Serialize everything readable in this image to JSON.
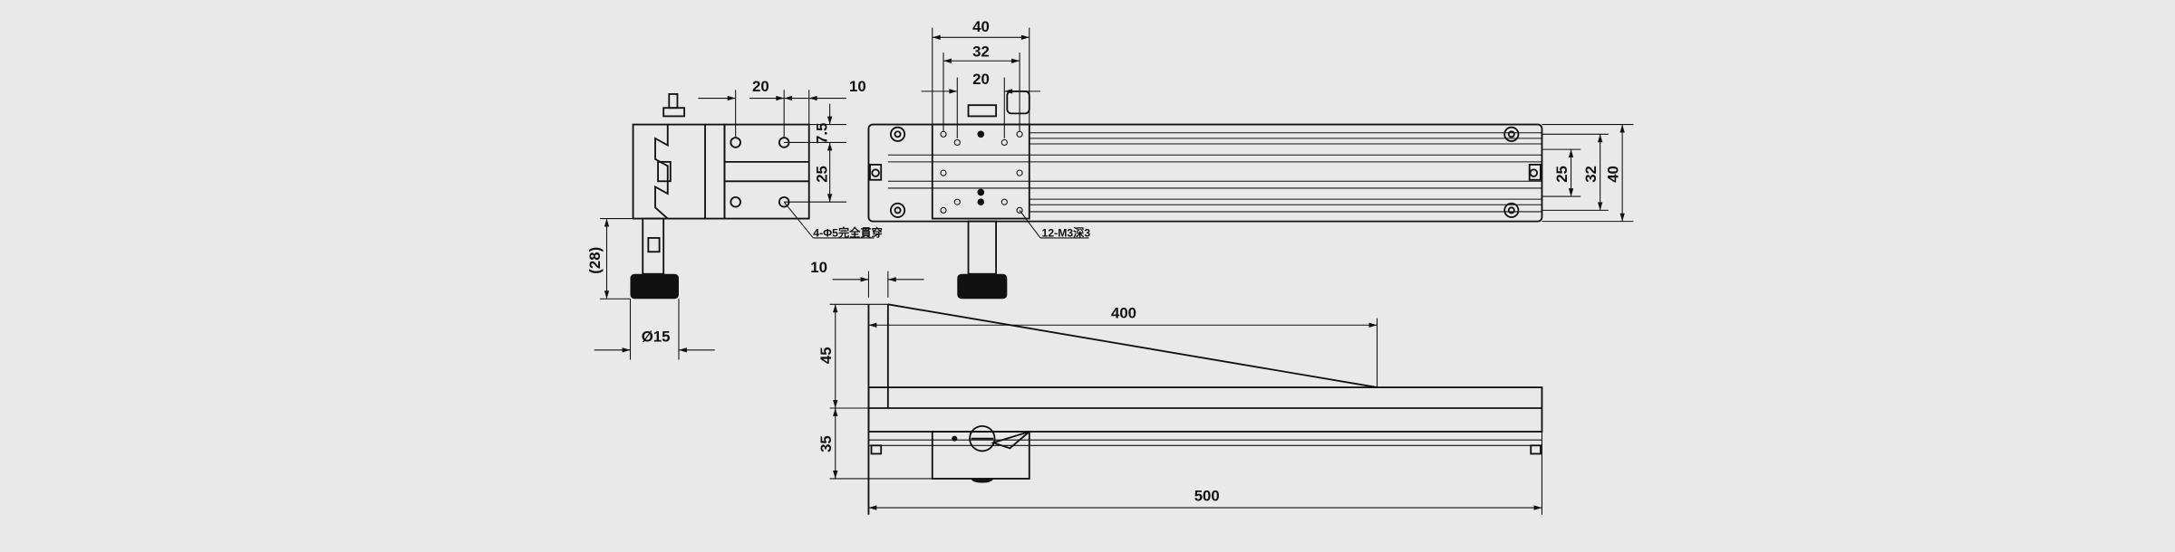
{
  "title": "Linear stage dimension drawing",
  "dimensions": {
    "side_hole_pitch": "20",
    "side_edge": "10",
    "side_vertical_offset": "7.5",
    "side_vertical_pitch": "25",
    "knob_height": "(28)",
    "knob_diameter": "Ø15",
    "top_width": "40",
    "top_hole_span": "32",
    "top_hole_pitch": "20",
    "rail_inner": "25",
    "rail_mid": "32",
    "rail_outer": "40",
    "front_offset": "10",
    "travel": "400",
    "height_upper": "45",
    "height_lower": "35",
    "length": "500"
  },
  "notes": {
    "through_holes": "4-Φ5完全貫穿",
    "tapped_holes": "12-M3深3"
  }
}
